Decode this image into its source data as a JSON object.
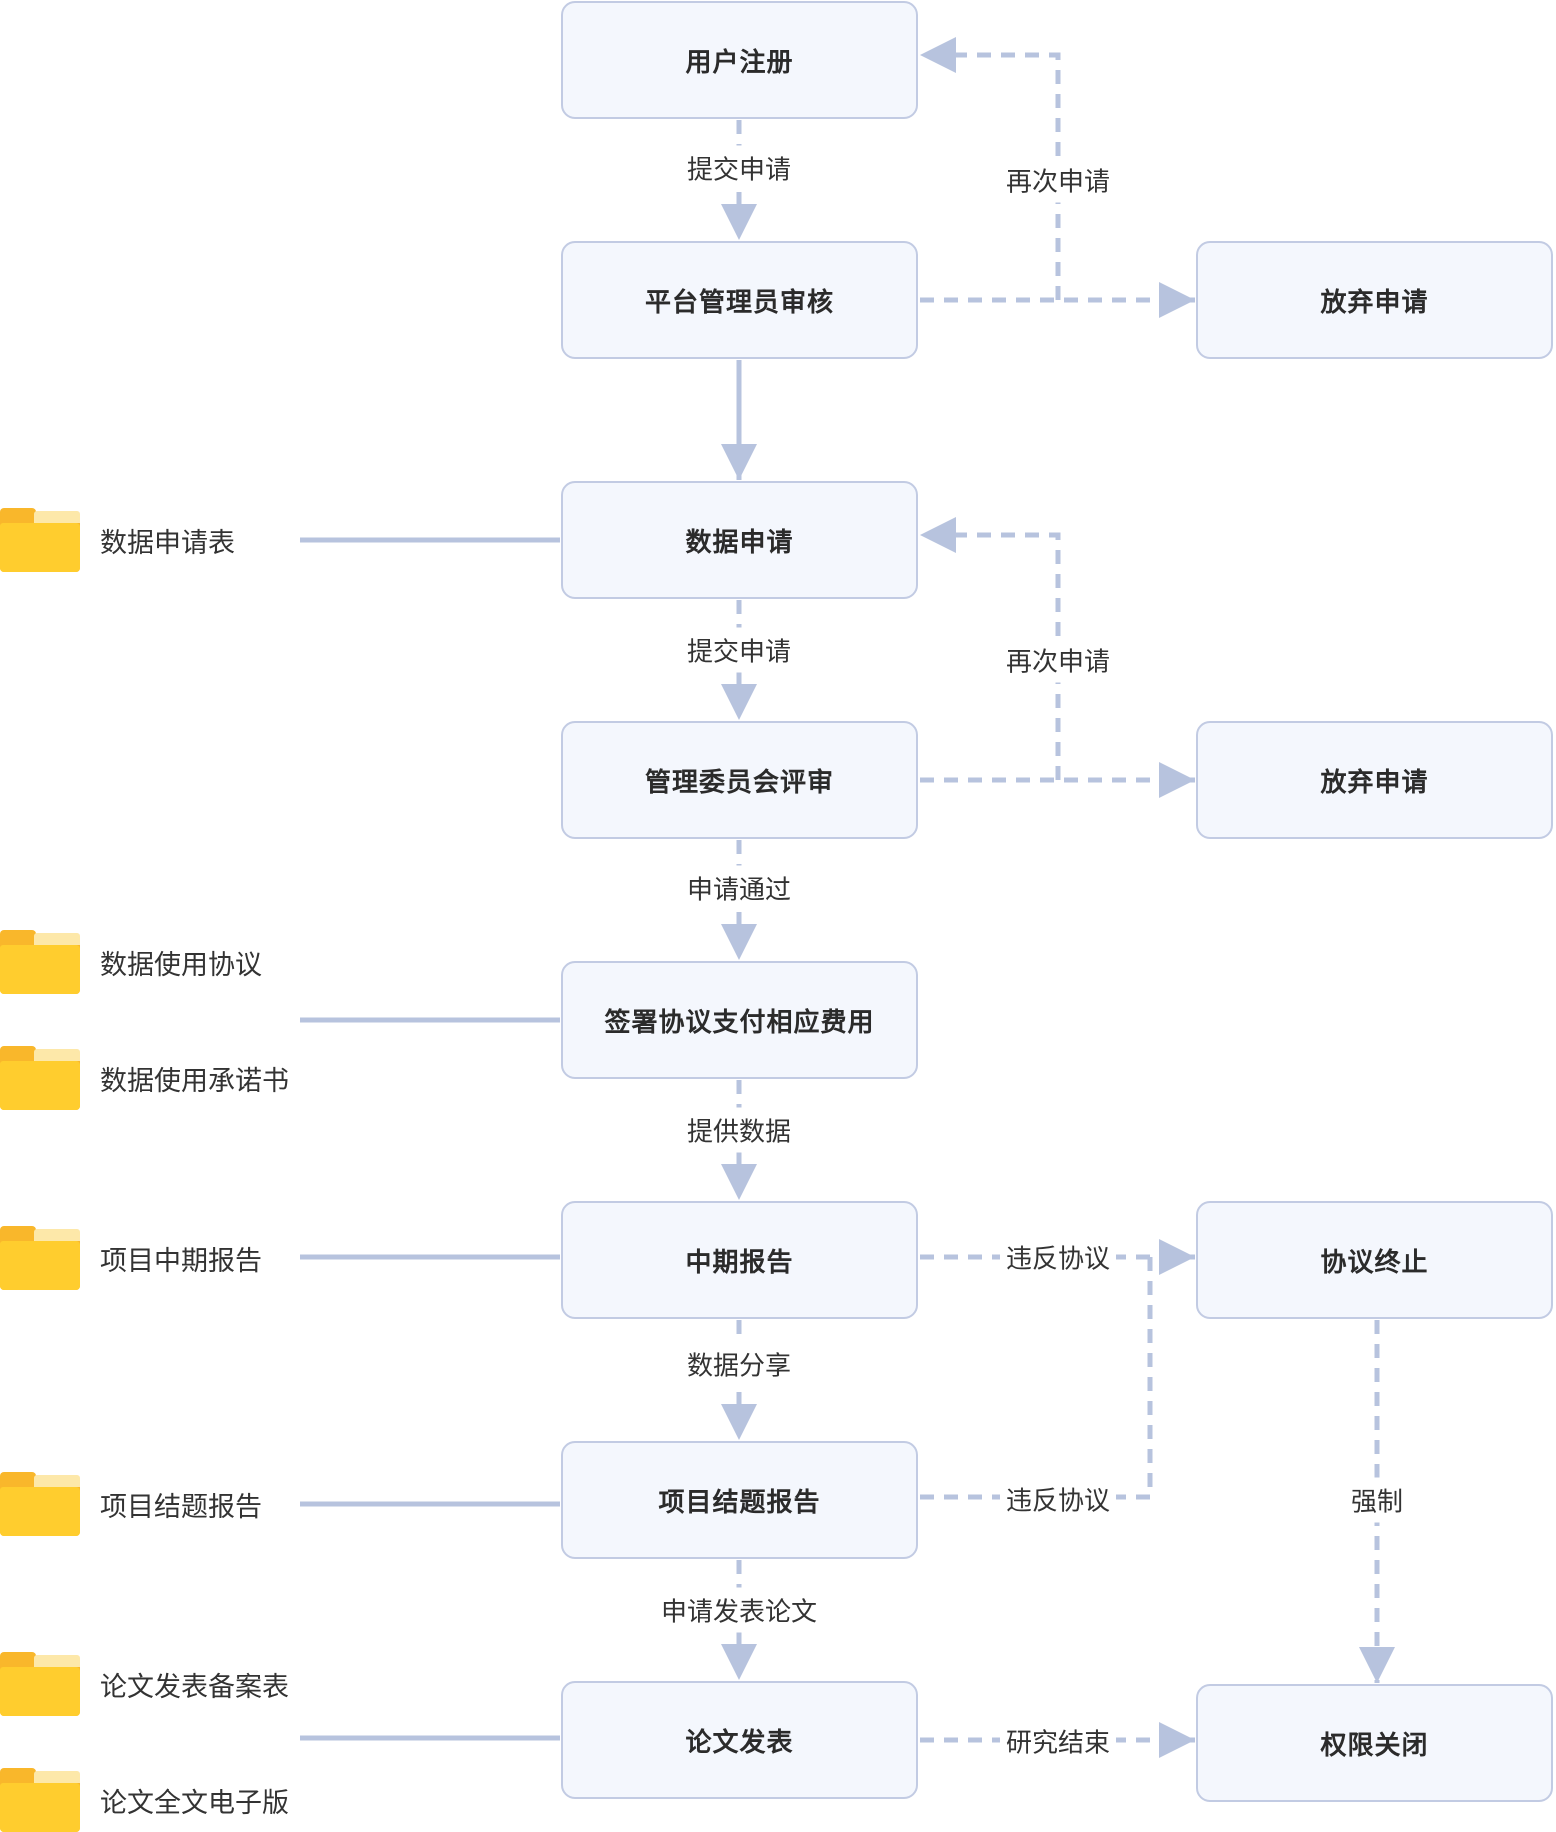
{
  "nodes": {
    "register": "用户注册",
    "admin_review": "平台管理员审核",
    "abandon_1": "放弃申请",
    "data_apply": "数据申请",
    "committee_review": "管理委员会评审",
    "abandon_2": "放弃申请",
    "sign_pay": "签署协议支付相应费用",
    "midterm": "中期报告",
    "terminate": "协议终止",
    "final_report": "项目结题报告",
    "publish": "论文发表",
    "close": "权限关闭"
  },
  "edges": {
    "submit_1": "提交申请",
    "reapply_1": "再次申请",
    "submit_2": "提交申请",
    "reapply_2": "再次申请",
    "approved": "申请通过",
    "provide_data": "提供数据",
    "share_data": "数据分享",
    "apply_publish": "申请发表论文",
    "violate_1": "违反协议",
    "violate_2": "违反协议",
    "forced": "强制",
    "research_end": "研究结束"
  },
  "documents": {
    "apply_form": "数据申请表",
    "use_agreement": "数据使用协议",
    "use_commitment": "数据使用承诺书",
    "midterm_report": "项目中期报告",
    "final_report": "项目结题报告",
    "paper_record": "论文发表备案表",
    "paper_fulltext": "论文全文电子版"
  },
  "colors": {
    "connector": "#b7c3de",
    "node_fill": "#f4f7fd",
    "node_border": "#c2cbe3",
    "folder": "#ffcd2e"
  }
}
